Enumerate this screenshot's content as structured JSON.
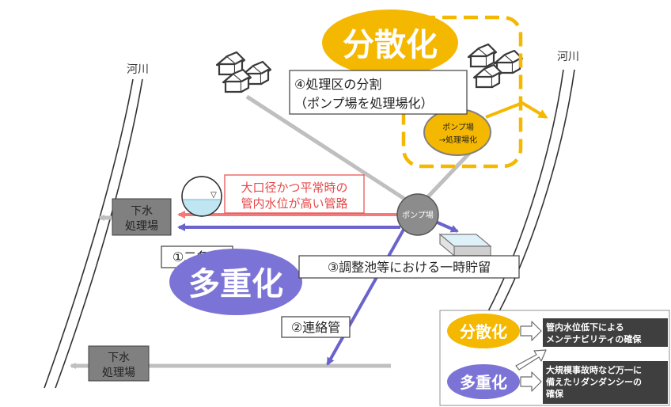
{
  "labels": {
    "river_left": "河川",
    "river_right": "河川",
    "treatment_upper_line1": "下水",
    "treatment_upper_line2": "処理場",
    "treatment_lower_line1": "下水",
    "treatment_lower_line2": "処理場",
    "decentralization_big": "分散化",
    "multiplexing_big": "多重化",
    "division_line1": "④処理区の分割",
    "division_line2": "（ポンプ場を処理場化）",
    "pump_to_plant_line1": "ポンプ場",
    "pump_to_plant_line2": "→処理場化",
    "pump_station": "ポンプ場",
    "large_pipe_line1": "大口径かつ平常時の",
    "large_pipe_line2": "管内水位が高い管路",
    "double_pipe": "①二条化",
    "connecting_pipe": "②連絡管",
    "storage_pond": "③調整池等における一時貯留",
    "water_level_symbol": "▽"
  },
  "legend": {
    "decentralization": {
      "badge": "分散化",
      "benefit": [
        "管内水位低下による",
        "メンテナビリティの確保"
      ]
    },
    "multiplexing": {
      "badge": "多重化",
      "benefit": [
        "大規模事故時など万一に",
        "備えたリダンダンシーの",
        "確保"
      ]
    }
  },
  "colors": {
    "decentralization": "#f5b800",
    "multiplexing": "#7b73d6",
    "multiplexing_line": "#6a63cc",
    "high_level_pipe": "#f27a7a",
    "high_level_text": "#e84848",
    "pipe_gray": "#bfbfbf",
    "plant_box": "#808080",
    "benefit_box": "#3f3f3f",
    "pump_station": "#8c8c8c",
    "water_fill": "#bfe6f2"
  }
}
